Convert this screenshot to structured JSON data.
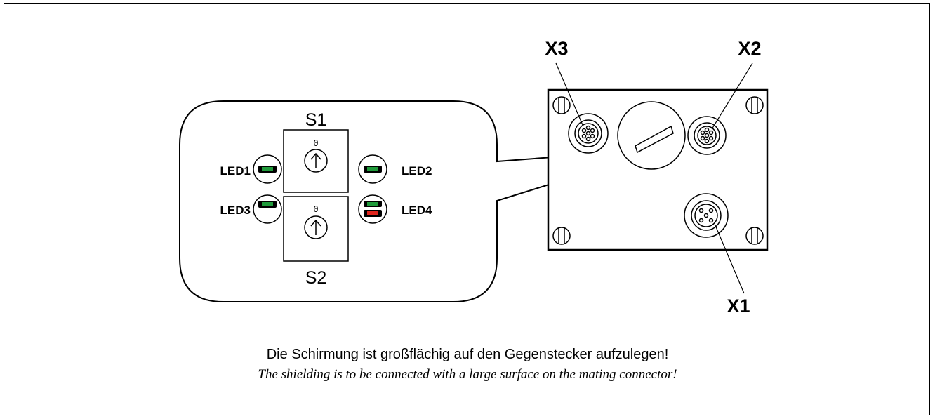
{
  "labels": {
    "x1": "X1",
    "x2": "X2",
    "x3": "X3",
    "s1": "S1",
    "s2": "S2",
    "led1": "LED1",
    "led2": "LED2",
    "led3": "LED3",
    "led4": "LED4",
    "switch_s1_value": "0",
    "switch_s2_value": "0"
  },
  "caption": {
    "german": "Die Schirmung ist großflächig auf den Gegenstecker aufzulegen!",
    "english": "The shielding is to be connected with a large surface on the mating connector!"
  },
  "colors": {
    "line": "#000000",
    "led_green": "#1f9a3a",
    "led_red": "#e0261e",
    "background": "#ffffff"
  }
}
